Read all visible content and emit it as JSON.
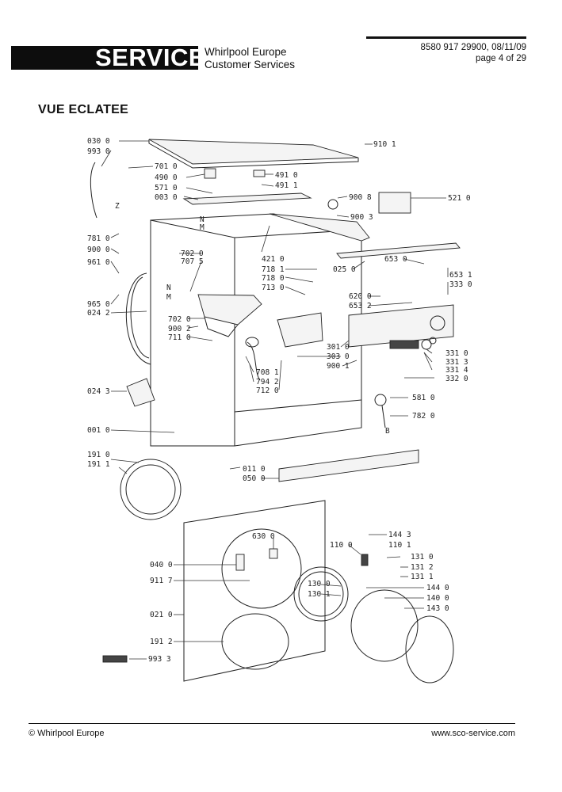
{
  "header": {
    "service_label": "SERVICE",
    "company_line1": "Whirlpool Europe",
    "company_line2": "Customer Services",
    "doc_number": "8580 917 29900, 08/11/09",
    "page_info": "page 4 of 29"
  },
  "section_title": "VUE ECLATEE",
  "labels": {
    "l030_0": "030 0",
    "l993_0": "993 0",
    "l701_0": "701 0",
    "l490_0": "490 0",
    "l571_0": "571 0",
    "l003_0": "003 0",
    "l491_0": "491 0",
    "l491_1": "491 1",
    "l910_1": "910 1",
    "l900_8": "900 8",
    "l521_0": "521 0",
    "l900_3": "900 3",
    "lZ": "Z",
    "l781_0": "781 0",
    "l900_0": "900 0",
    "l961_0": "961 0",
    "lN1": "N",
    "lM1": "M",
    "l702_0": "702 0",
    "l707_5": "707 5",
    "l421_0": "421 0",
    "l718_1": "718 1",
    "l718_0": "718 0",
    "l713_0": "713 0",
    "l025_0": "025 0",
    "l653_0": "653 0",
    "l653_1": "653 1",
    "l333_0": "333 0",
    "l965_0": "965 0",
    "l024_2": "024 2",
    "lN2": "N",
    "lM2": "M",
    "l702_0b": "702 0",
    "l900_2": "900 2",
    "l711_0": "711 0",
    "l620_0": "620 0",
    "l653_2": "653 2",
    "l301_0": "301 0",
    "l303_0": "303 0",
    "l900_1": "900 1",
    "l331_0": "331 0",
    "l331_3": "331 3",
    "l331_4": "331 4",
    "l332_0": "332 0",
    "l708_1": "708 1",
    "l794_2": "794 2",
    "l712_0": "712 0",
    "l024_3": "024 3",
    "l581_0": "581 0",
    "l782_0": "782 0",
    "lB": "B",
    "l001_0": "001 0",
    "l191_0": "191 0",
    "l191_1": "191 1",
    "l011_0": "011 0",
    "l050_0": "050 0",
    "l144_3": "144 3",
    "l110_0": "110 0",
    "l110_1": "110 1",
    "l630_0": "630 0",
    "l040_0": "040 0",
    "l131_0": "131 0",
    "l131_2": "131 2",
    "l131_1": "131 1",
    "l911_7": "911 7",
    "l130_0": "130 0",
    "l130_1": "130 1",
    "l144_0": "144 0",
    "l140_0": "140 0",
    "l143_0": "143 0",
    "l021_0": "021 0",
    "l191_2": "191 2",
    "l993_3": "993 3"
  },
  "footer": {
    "copyright": "© Whirlpool Europe",
    "website": "www.sco-service.com"
  }
}
